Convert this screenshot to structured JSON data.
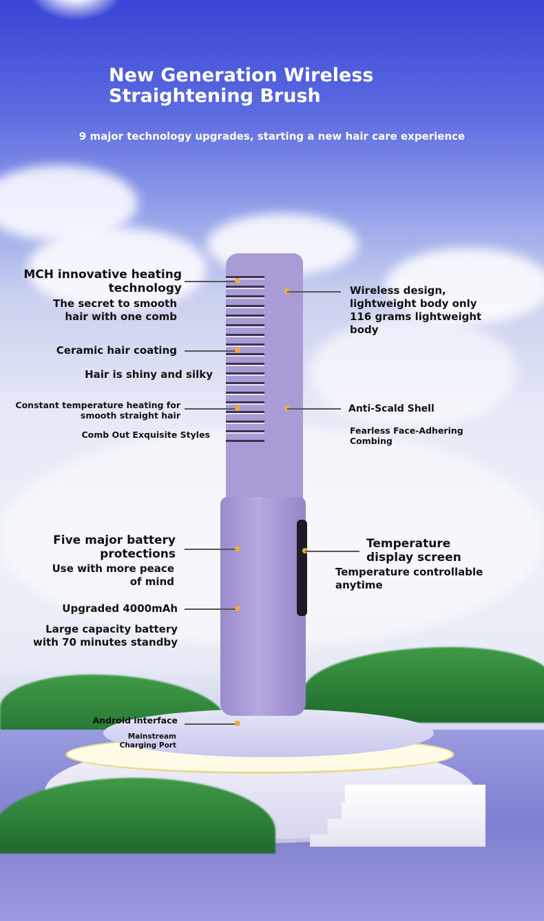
{
  "header": {
    "title_line1": "New Generation Wireless",
    "title_line2": "Straightening Brush",
    "subtitle": "9 major technology upgrades, starting a new hair care experience"
  },
  "features": {
    "mch": {
      "title": "MCH innovative heating technology",
      "sub": "The secret to smooth hair with one comb"
    },
    "ceramic": {
      "title": "Ceramic hair coating",
      "sub": "Hair is shiny and silky"
    },
    "constant": {
      "title": "Constant temperature heating for smooth straight hair",
      "sub": "Comb Out Exquisite Styles"
    },
    "battery": {
      "title": "Five major battery protections",
      "sub": "Use with more peace of mind"
    },
    "capacity": {
      "title": "Upgraded 4000mAh",
      "sub": "Large capacity battery with 70 minutes standby"
    },
    "android": {
      "title": "Android interface",
      "sub": "Mainstream Charging Port"
    },
    "wireless": {
      "title": "Wireless design, lightweight body only 116 grams lightweight body"
    },
    "shell": {
      "title": "Anti-Scald Shell",
      "sub": "Fearless Face-Adhering Combing"
    },
    "display": {
      "title": "Temperature display screen",
      "sub": "Temperature controllable anytime"
    }
  },
  "colors": {
    "product": "#a99bd6",
    "marker": "#f2a93b"
  }
}
